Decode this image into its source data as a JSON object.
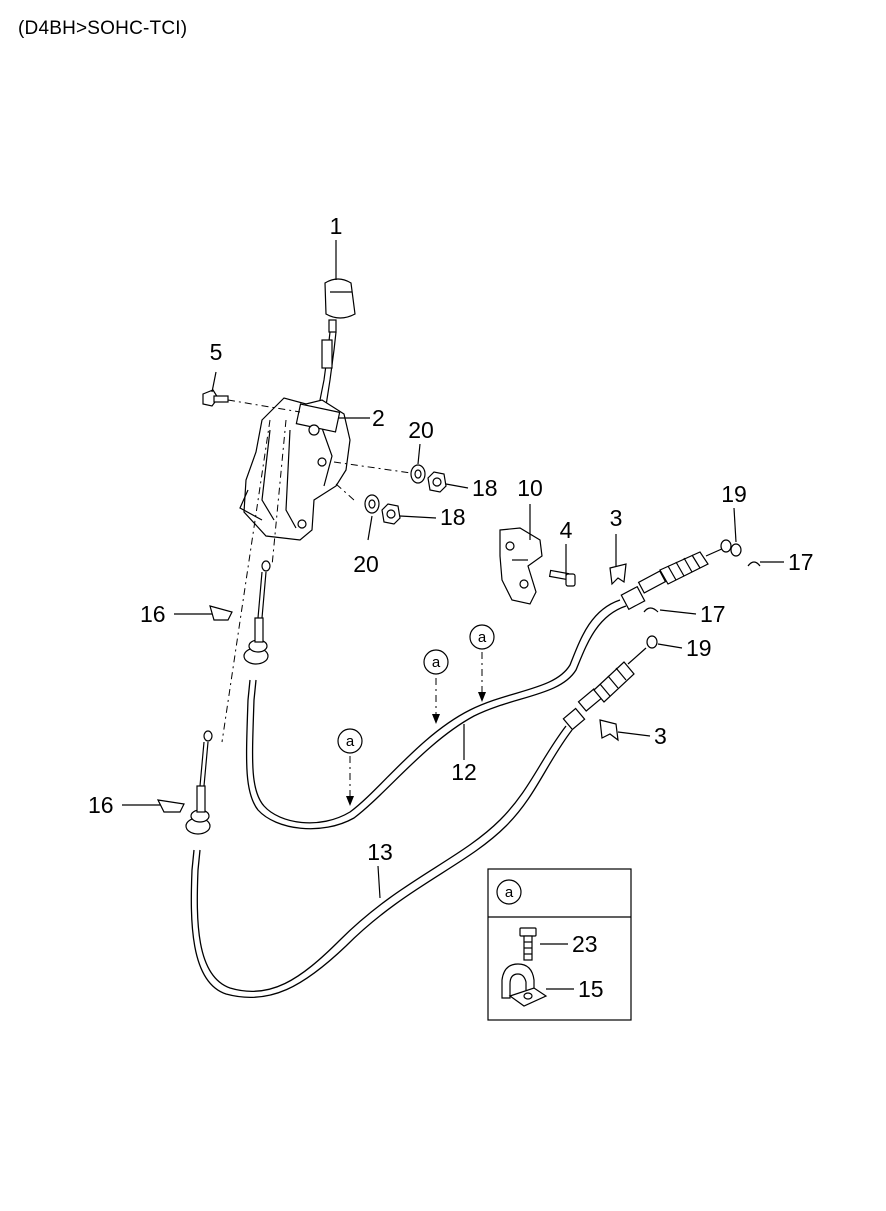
{
  "title": "(D4BH>SOHC-TCI)",
  "callouts": {
    "c1": "1",
    "c2": "2",
    "c3a": "3",
    "c3b": "3",
    "c4": "4",
    "c5": "5",
    "c10": "10",
    "c12": "12",
    "c13": "13",
    "c15": "15",
    "c16a": "16",
    "c16b": "16",
    "c17a": "17",
    "c17b": "17",
    "c18a": "18",
    "c18b": "18",
    "c19a": "19",
    "c19b": "19",
    "c20a": "20",
    "c20b": "20",
    "c23": "23"
  },
  "markers": {
    "m1": "a",
    "m2": "a",
    "m3": "a",
    "legend": "a"
  }
}
